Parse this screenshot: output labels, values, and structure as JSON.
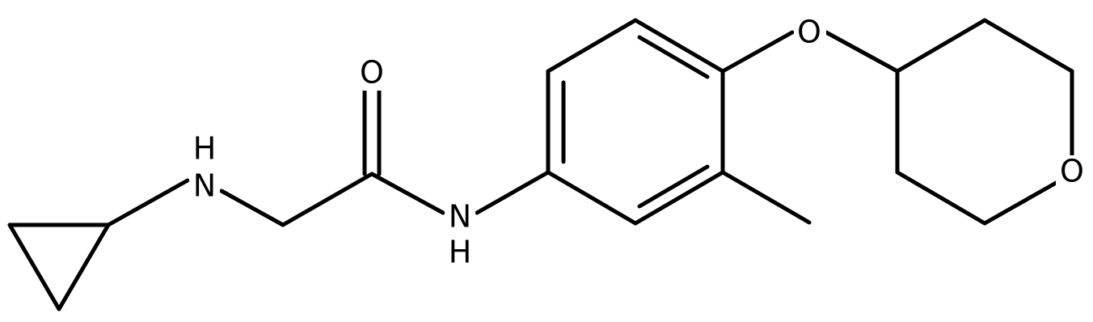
{
  "molecule": {
    "atom_labels": {
      "nh_n": "N",
      "nh_h": "H",
      "carbonyl_o": "O",
      "amide_n": "N",
      "amide_h": "H",
      "ether_o": "O",
      "ring_o": "O"
    }
  },
  "colors": {
    "bond": "#000000",
    "label": "#000000",
    "background": "#ffffff"
  }
}
